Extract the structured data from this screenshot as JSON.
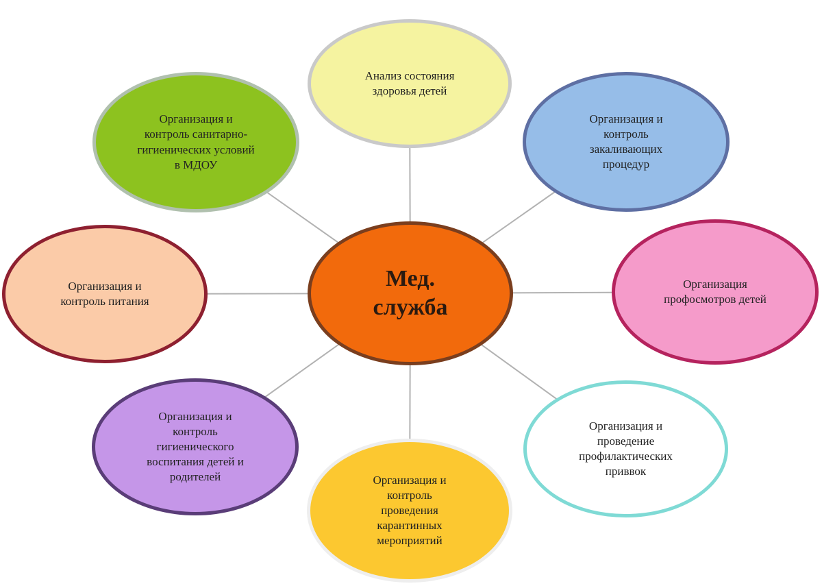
{
  "center": {
    "label": "Мед.\nслужба",
    "fill": "#f26a0c",
    "border": "#7a3e1e"
  },
  "nodes": [
    {
      "id": "health-analysis",
      "label": "Анализ состояния\nздоровья детей",
      "fill": "#f5f3a0",
      "border": "#c9c9c9"
    },
    {
      "id": "hardening-control",
      "label": "Организация и\nконтроль\nзакаливающих\nпроцедур",
      "fill": "#96bde8",
      "border": "#5e6fa3"
    },
    {
      "id": "checkups",
      "label": "Организация\nпрофосмотров детей",
      "fill": "#f59bca",
      "border": "#b5235e"
    },
    {
      "id": "vaccinations",
      "label": "Организация и\nпроведение\nпрофилактических\nприввок",
      "fill": "#ffffff",
      "border": "#7fdad5"
    },
    {
      "id": "quarantine",
      "label": "Организация и\nконтроль\nпроведения\nкарантинных\nмероприятий",
      "fill": "#fcc830",
      "border": "#eeeeee"
    },
    {
      "id": "hygiene-education",
      "label": "Организация и\nконтроль\nгигиенического\nвоспитания детей и\nродителей",
      "fill": "#c596e8",
      "border": "#5a3d78"
    },
    {
      "id": "nutrition-control",
      "label": "Организация и\nконтроль питания",
      "fill": "#fbcba8",
      "border": "#8e2030"
    },
    {
      "id": "sanitary-control",
      "label": "Организация и\nконтроль санитарно-\nгигиенических условий\nв МДОУ",
      "fill": "#8dc21f",
      "border": "#b0c0ae"
    }
  ],
  "connector_color": "#b2b2b2"
}
